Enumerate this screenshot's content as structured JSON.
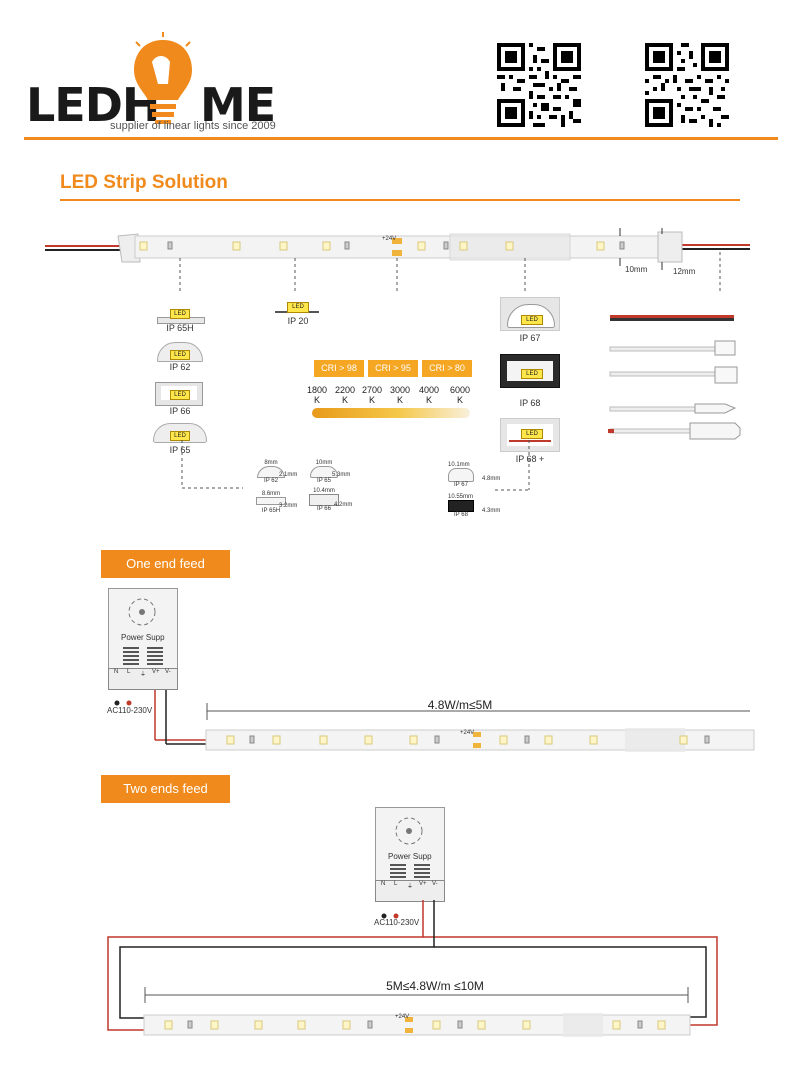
{
  "header": {
    "logo_left": "LEDH",
    "logo_right": "ME",
    "tagline": "supplier of linear lights since 2009"
  },
  "section_title": "LED Strip Solution",
  "strip_top": {
    "voltage_label": "+24V",
    "dim_10mm": "10mm",
    "dim_12mm": "12mm"
  },
  "ip_profiles_left": [
    {
      "label": "IP 65H",
      "led": "LED"
    },
    {
      "label": "IP 62",
      "led": "LED"
    },
    {
      "label": "IP 66",
      "led": "LED"
    },
    {
      "label": "IP 65",
      "led": "LED"
    }
  ],
  "ip20": {
    "label": "IP 20",
    "led": "LED"
  },
  "ip_profiles_right": [
    {
      "label": "IP 67",
      "led": "LED"
    },
    {
      "label": "IP 68",
      "led": "LED"
    },
    {
      "label": "IP 68 +",
      "led": "LED"
    }
  ],
  "cri": {
    "boxes": [
      "CRI > 98",
      "CRI > 95",
      "CRI > 80"
    ],
    "temps": [
      "1800",
      "2200",
      "2700",
      "3000",
      "4000",
      "6000"
    ],
    "unit": "K"
  },
  "dims_left": [
    {
      "width": "8mm",
      "height": "2.1mm",
      "name": "IP 62"
    },
    {
      "width": "10mm",
      "height": "5.3mm",
      "name": "IP 65"
    },
    {
      "width": "8.6mm",
      "height": "3.2mm",
      "name": "IP 65H"
    },
    {
      "width": "10.4mm",
      "height": "4.2mm",
      "name": "IP 66"
    }
  ],
  "dims_right": [
    {
      "width": "10.1mm",
      "height": "4.8mm",
      "name": "IP 67"
    },
    {
      "width": "10.55mm",
      "height": "4.3mm",
      "name": "IP 68"
    }
  ],
  "feed_one": {
    "button": "One end feed",
    "psu_label": "Power Supp",
    "ac_label": "AC110-230V",
    "terminals": [
      "N",
      "L",
      "⏚",
      "V+",
      "V-"
    ],
    "length_label": "4.8W/m≤5M",
    "voltage_label": "+24V"
  },
  "feed_two": {
    "button": "Two ends feed",
    "psu_label": "Power Supp",
    "ac_label": "AC110-230V",
    "terminals": [
      "N",
      "L",
      "⏚",
      "V+",
      "V-"
    ],
    "length_label": "5M≤4.8W/m ≤10M",
    "voltage_label": "+24V"
  },
  "colors": {
    "accent": "#f08a1c",
    "wire_red": "#c0392b",
    "wire_black": "#222222"
  }
}
